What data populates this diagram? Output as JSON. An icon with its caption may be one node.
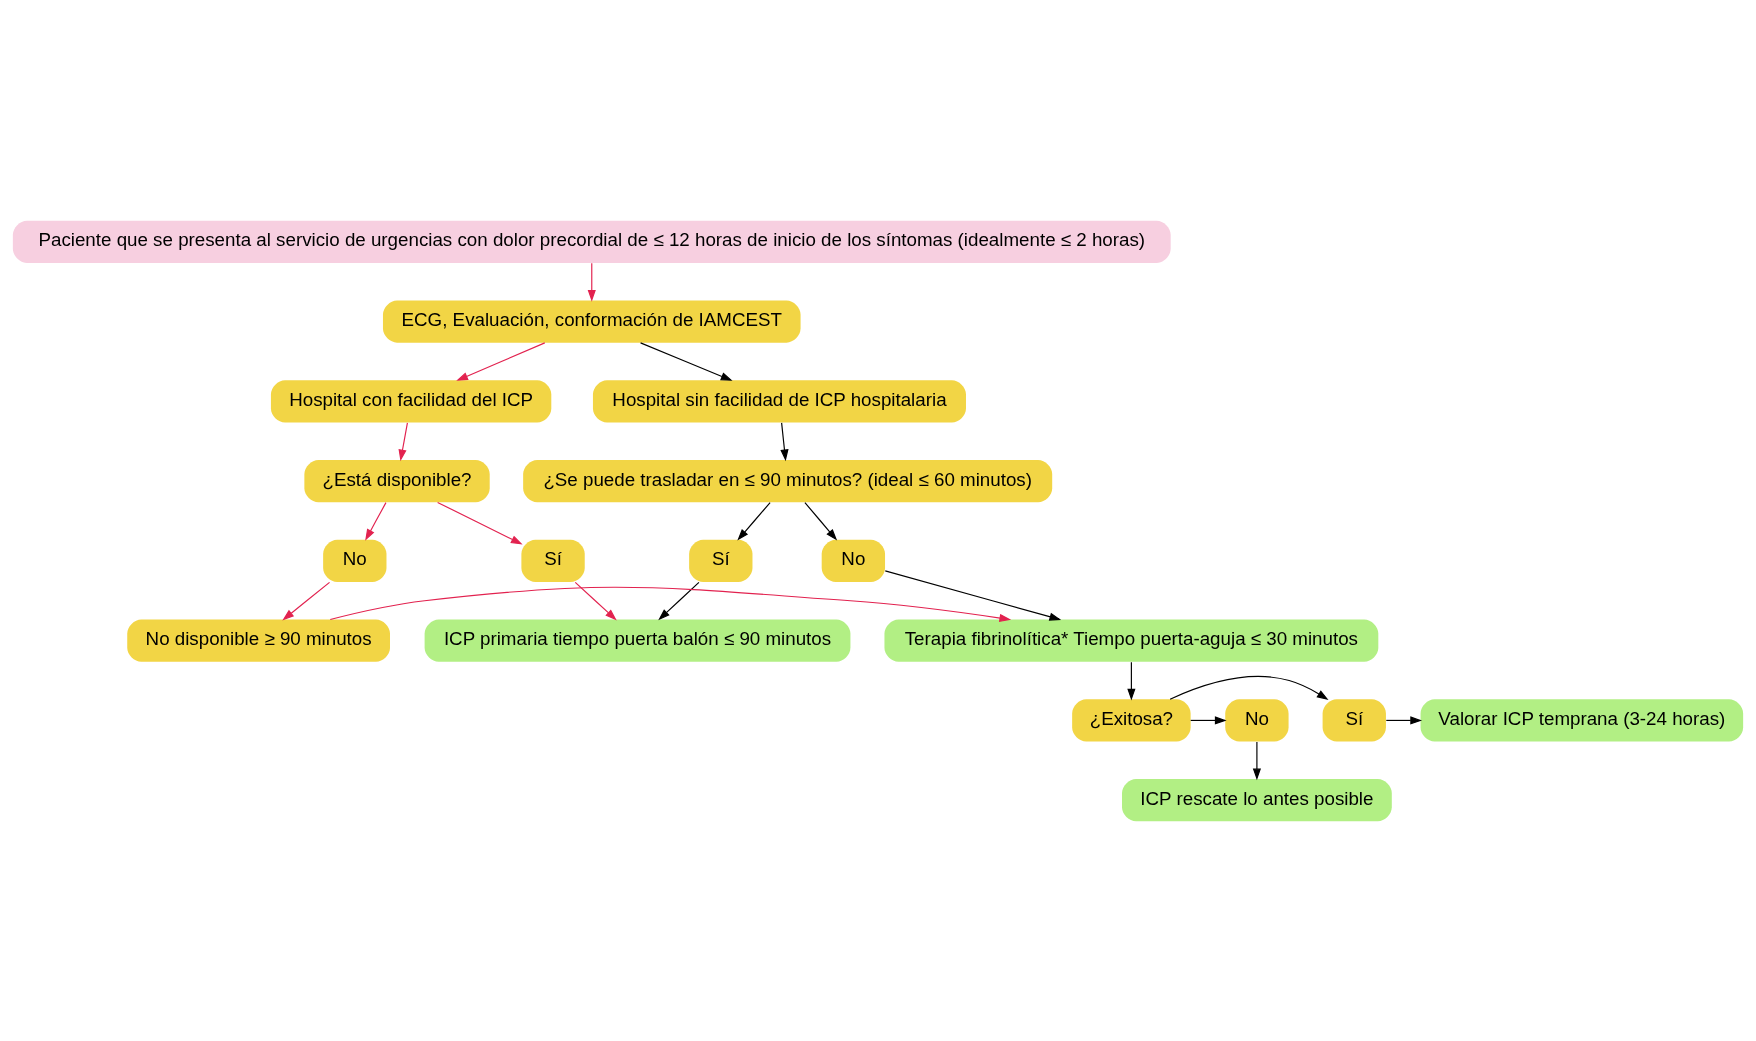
{
  "diagram": {
    "nodes": [
      {
        "text": [
          "Paciente que se presenta al servicio de urgencias con dolor precordial de ≤ 12 horas de inicio de los síntomas (idealmente ≤ 2 horas)"
        ]
      },
      {
        "text": [
          "ECG, Evaluación, conformación de IAMCEST"
        ]
      },
      {
        "text": [
          "Hospital con facilidad del ICP"
        ]
      },
      {
        "text": [
          "Hospital sin facilidad de ICP hospitalaria"
        ]
      },
      {
        "text": [
          "¿Está disponible?"
        ]
      },
      {
        "text": [
          "¿Se puede trasladar en ≤ 90 minutos? (ideal ≤ 60 minutos)"
        ]
      },
      {
        "text": [
          "Sí"
        ]
      },
      {
        "text": [
          "No"
        ]
      },
      {
        "text": [
          "Sí"
        ]
      },
      {
        "text": [
          "No"
        ]
      },
      {
        "text": [
          "ICP primaria tiempo puerta balón ≤ 90 minutos"
        ]
      },
      {
        "text": [
          "No disponible ≥ 90 minutos"
        ]
      },
      {
        "text": [
          "Terapia fibrinolítica* Tiempo puerta-aguja ≤ 30 minutos"
        ]
      },
      {
        "text": [
          "Valorar ICP temprana (3-24 horas)"
        ]
      },
      {
        "text": [
          "Sí"
        ]
      },
      {
        "text": [
          "¿Exitosa?"
        ]
      },
      {
        "text": [
          "No"
        ]
      },
      {
        "text": [
          "ICP rescate lo antes posible"
        ]
      }
    ],
    "edges": [
      {
        "from": 0,
        "to": 1,
        "arrow": "to",
        "color": "#e2224f"
      },
      {
        "from": 1,
        "to": 2,
        "arrow": "to",
        "color": "#e2224f"
      },
      {
        "from": 1,
        "to": 3,
        "arrow": "to"
      },
      {
        "from": 2,
        "to": 4,
        "arrow": "to",
        "color": "#e2224f"
      },
      {
        "from": 3,
        "to": 5,
        "arrow": "to"
      },
      {
        "from": 4,
        "to": 6,
        "arrow": "to",
        "color": "#e2224f"
      },
      {
        "from": 4,
        "to": 7,
        "arrow": "to",
        "color": "#e2224f"
      },
      {
        "from": 5,
        "to": 8,
        "arrow": "to"
      },
      {
        "from": 5,
        "to": 9,
        "arrow": "to"
      },
      {
        "from": 6,
        "to": 10,
        "arrow": "to",
        "color": "#e2224f"
      },
      {
        "from": 7,
        "to": 11,
        "arrow": "to",
        "color": "#e2224f"
      },
      {
        "from": 9,
        "to": 12,
        "arrow": "to"
      },
      {
        "from": 8,
        "to": 10,
        "arrow": "to"
      },
      {
        "from": 11,
        "to": 12,
        "arrow": "to",
        "color": "#e2224f"
      },
      {
        "from": 12,
        "to": 15,
        "arrow": "to"
      },
      {
        "from": 15,
        "to": 14,
        "arrow": "to"
      },
      {
        "from": 14,
        "to": 13,
        "arrow": "to"
      },
      {
        "from": 15,
        "to": 16,
        "arrow": "to"
      },
      {
        "from": 16,
        "to": 17,
        "arrow": "to"
      }
    ]
  }
}
